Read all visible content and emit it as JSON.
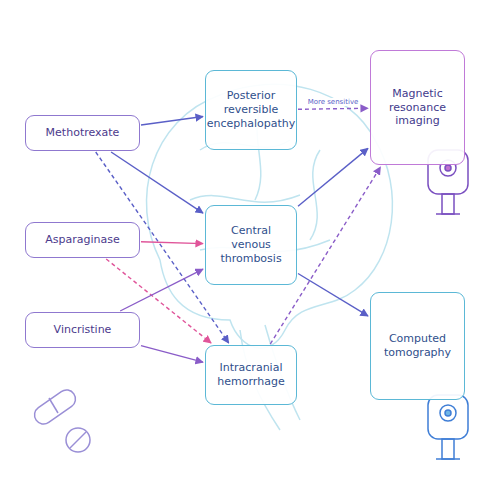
{
  "diagram": {
    "nodes": [
      {
        "text": [
          "Methotrexate"
        ]
      },
      {
        "text": [
          "Asparaginase"
        ]
      },
      {
        "text": [
          "Vincristine"
        ]
      },
      {
        "text": [
          "Posterior reversible encephalopathy"
        ]
      },
      {
        "text": [
          "Central venous thrombosis"
        ]
      },
      {
        "text": [
          "Intracranial hemorrhage"
        ]
      },
      {
        "text": [
          "Magnetic resonance imaging"
        ]
      },
      {
        "text": [
          "Computed tomography"
        ]
      }
    ],
    "edges": [
      {
        "from": 0,
        "to": 3,
        "arrow": "to"
      },
      {
        "from": 0,
        "to": 4,
        "arrow": "to"
      },
      {
        "from": 0,
        "to": 5,
        "arrow": "to"
      },
      {
        "from": 1,
        "to": 4,
        "arrow": "to"
      },
      {
        "from": 1,
        "to": 5,
        "arrow": "to"
      },
      {
        "from": 2,
        "to": 4,
        "arrow": "to"
      },
      {
        "from": 2,
        "to": 5,
        "arrow": "to"
      },
      {
        "from": 3,
        "to": 6,
        "label": "More sensitive",
        "arrow": "to"
      },
      {
        "from": 4,
        "to": 6,
        "arrow": "to"
      },
      {
        "from": 4,
        "to": 7,
        "arrow": "to"
      },
      {
        "from": 5,
        "to": 6,
        "arrow": "to"
      }
    ]
  }
}
